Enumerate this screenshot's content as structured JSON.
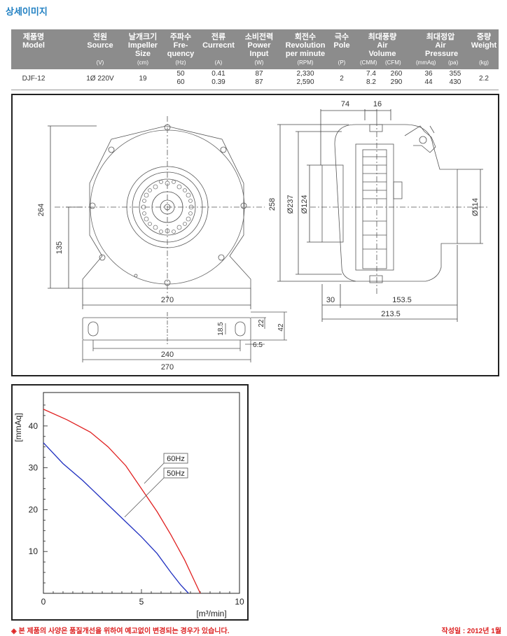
{
  "page": {
    "title": "상세이미지",
    "footer_note": "◈ 본 제품의 사양은 품질개선을 위하여 예고없이 변경되는 경우가 있습니다.",
    "footer_date": "작성일 : 2012년 1월"
  },
  "spec_table": {
    "headers": [
      {
        "ko": "제품명",
        "en": "Model",
        "unit": ""
      },
      {
        "ko": "전원",
        "en": "Source",
        "unit": "(V)"
      },
      {
        "ko": "날개크기",
        "en": "Impeller Size",
        "unit": "(cm)"
      },
      {
        "ko": "주파수",
        "en": "Fre-quency",
        "unit": "(Hz)"
      },
      {
        "ko": "전류",
        "en": "Currecnt",
        "unit": "(A)"
      },
      {
        "ko": "소비전력",
        "en": "Power Input",
        "unit": "(W)"
      },
      {
        "ko": "회전수",
        "en": "Revolution per minute",
        "unit": "(RPM)"
      },
      {
        "ko": "극수",
        "en": "Pole",
        "unit": "(P)"
      },
      {
        "ko": "최대풍량",
        "en": "Air Volume",
        "unit_a": "(CMM)",
        "unit_b": "(CFM)"
      },
      {
        "ko": "최대정압",
        "en": "Air Pressure",
        "unit_a": "(mmAq)",
        "unit_b": "(pa)"
      },
      {
        "ko": "중량",
        "en": "Weight",
        "unit": "(kg)"
      }
    ],
    "row": {
      "model": "DJF-12",
      "source": "1Ø 220V",
      "impeller": "19",
      "freq": [
        "50",
        "60"
      ],
      "current": [
        "0.41",
        "0.39"
      ],
      "power": [
        "87",
        "87"
      ],
      "rpm": [
        "2,330",
        "2,590"
      ],
      "pole": "2",
      "cmm": [
        "7.4",
        "8.2"
      ],
      "cfm": [
        "260",
        "290"
      ],
      "mmaq": [
        "36",
        "44"
      ],
      "pa": [
        "355",
        "430"
      ],
      "weight": "2.2"
    }
  },
  "drawing": {
    "front": {
      "dim_264": "264",
      "dim_135": "135",
      "dim_270": "270"
    },
    "side": {
      "dim_74": "74",
      "dim_16": "16",
      "dim_258": "258",
      "dim_237": "Ø237",
      "dim_124": "Ø124",
      "dim_114": "Ø114",
      "dim_30": "30",
      "dim_153": "153.5",
      "dim_213": "213.5"
    },
    "base": {
      "dim_185": "18.5",
      "dim_22": "22",
      "dim_42": "42",
      "dim_65": "6.5",
      "dim_240": "240",
      "dim_270": "270"
    }
  },
  "chart_data": {
    "type": "line",
    "xlabel": "[m³/min]",
    "ylabel": "[mmAq]",
    "xlim": [
      0,
      10
    ],
    "ylim": [
      0,
      48
    ],
    "xticks": [
      "0",
      "5",
      "10"
    ],
    "yticks": [
      "10",
      "20",
      "30",
      "40"
    ],
    "series": [
      {
        "name": "60Hz",
        "color": "#e02020",
        "points": [
          [
            0,
            44
          ],
          [
            1.2,
            41.5
          ],
          [
            2.4,
            38.5
          ],
          [
            3.3,
            35
          ],
          [
            4.2,
            30.5
          ],
          [
            5.0,
            25
          ],
          [
            5.8,
            19.5
          ],
          [
            6.5,
            14
          ],
          [
            7.2,
            8
          ],
          [
            7.7,
            3
          ],
          [
            8.0,
            0
          ]
        ]
      },
      {
        "name": "50Hz",
        "color": "#2030c0",
        "points": [
          [
            0,
            36
          ],
          [
            1.0,
            31
          ],
          [
            2.0,
            27
          ],
          [
            3.0,
            22.5
          ],
          [
            4.0,
            18
          ],
          [
            5.0,
            13.5
          ],
          [
            5.8,
            9.5
          ],
          [
            6.5,
            5
          ],
          [
            7.0,
            2
          ],
          [
            7.4,
            0
          ]
        ]
      }
    ],
    "labels": {
      "hz60": "60Hz",
      "hz50": "50Hz"
    }
  }
}
